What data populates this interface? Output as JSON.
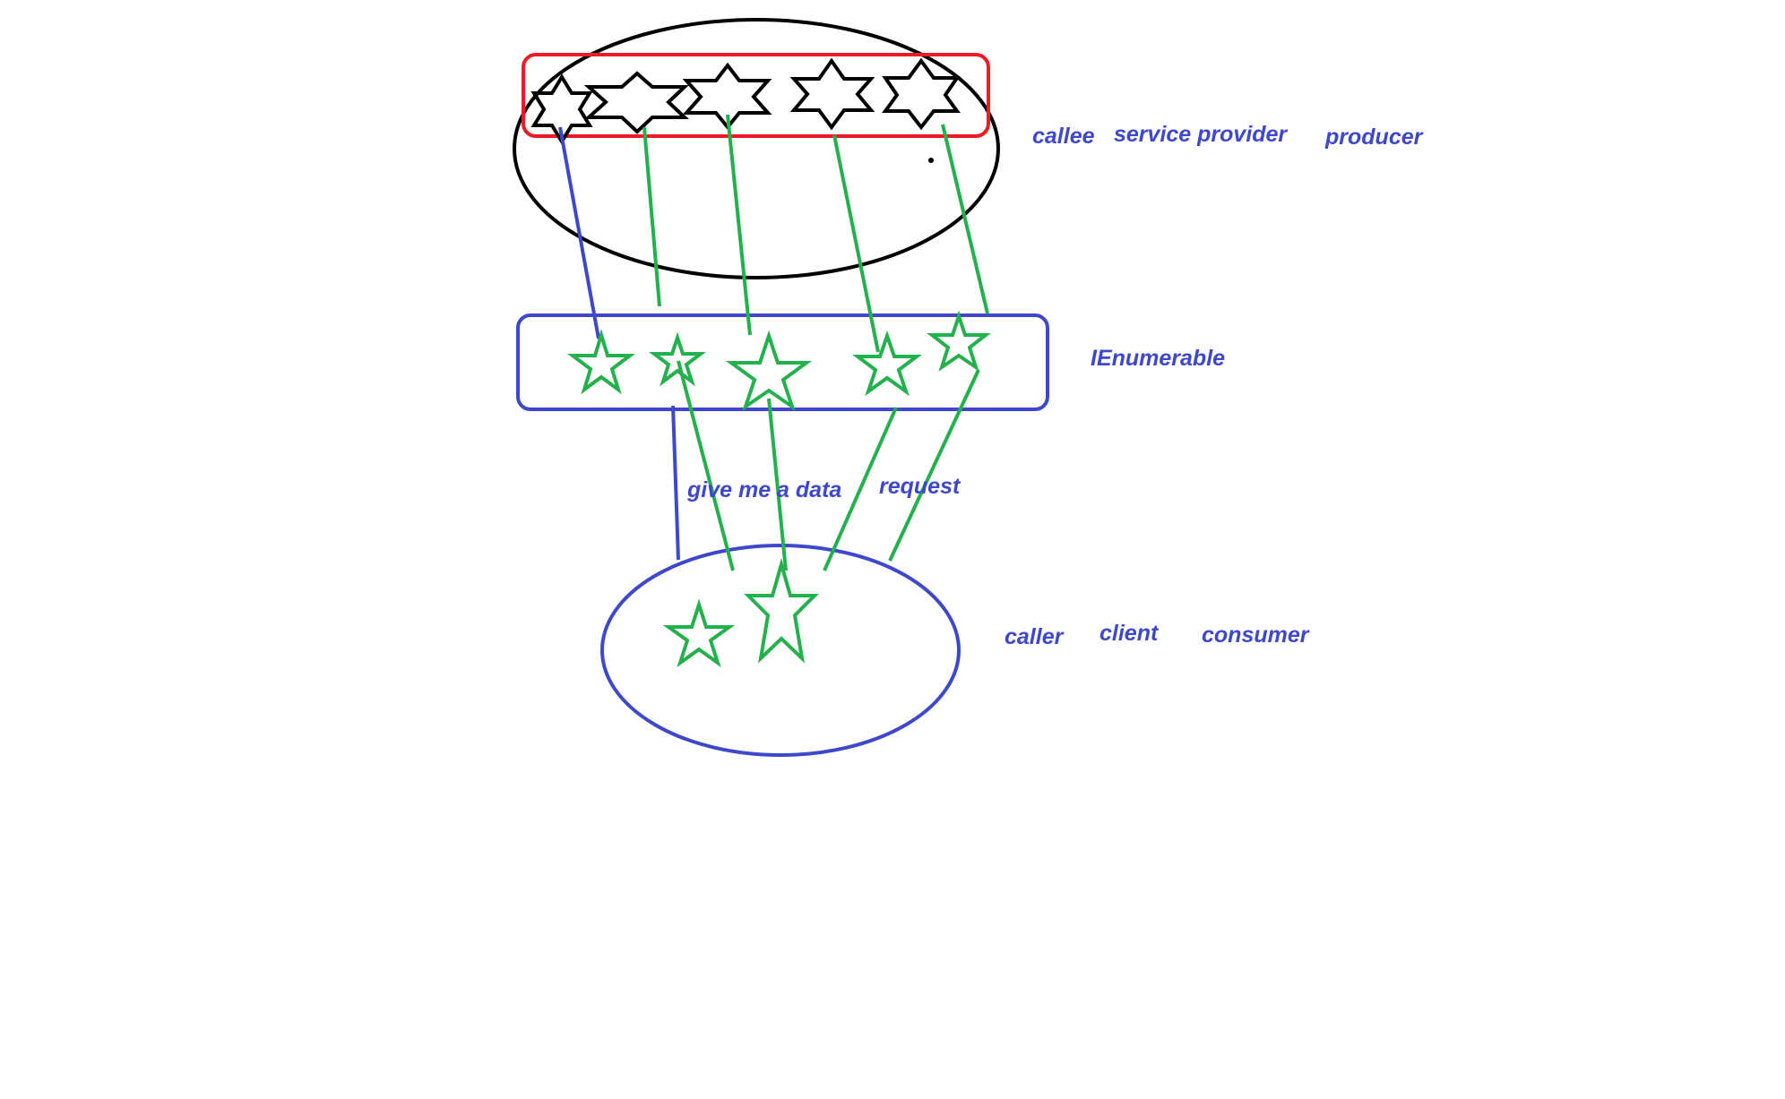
{
  "colors": {
    "provider_ellipse": "#000000",
    "provider_box": "#ed1c24",
    "provider_stars": "#000000",
    "enumerable_box": "#3f48cc",
    "consumer_ellipse": "#3f48cc",
    "data_lines": "#22b14c",
    "data_stars": "#22b14c",
    "request_line": "#3f48cc",
    "labels": "#3f48cc"
  },
  "labels": {
    "callee": "callee",
    "service_provider": "service provider",
    "producer": "producer",
    "ienumerable": "IEnumerable",
    "give_me_a_data": "give me a data",
    "request": "request",
    "caller": "caller",
    "client": "client",
    "consumer": "consumer"
  },
  "icons": {
    "provider_item": "six-point-star-icon",
    "data_item": "five-point-star-icon"
  }
}
